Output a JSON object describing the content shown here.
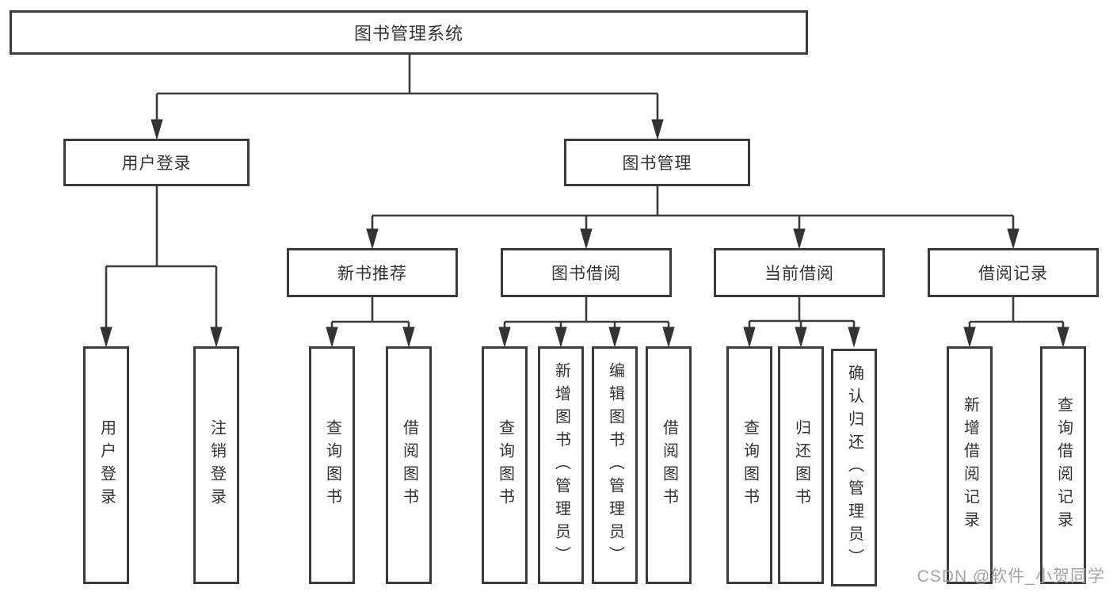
{
  "diagram": {
    "root": {
      "label": "图书管理系统"
    },
    "level2": [
      {
        "label": "用户登录"
      },
      {
        "label": "图书管理"
      }
    ],
    "level3": [
      {
        "label": "新书推荐"
      },
      {
        "label": "图书借阅"
      },
      {
        "label": "当前借阅"
      },
      {
        "label": "借阅记录"
      }
    ],
    "leaves": {
      "user": [
        "用户登录",
        "注销登录"
      ],
      "recommend": [
        "查询图书",
        "借阅图书"
      ],
      "borrow": [
        "查询图书",
        "新增图书（管理员）",
        "编辑图书（管理员）",
        "借阅图书"
      ],
      "current": [
        "查询图书",
        "归还图书",
        "确认归还（管理员）"
      ],
      "records": [
        "新增借阅记录",
        "查询借阅记录"
      ]
    },
    "line_color": "#3b3b3b",
    "box_background": "#ffffff",
    "text_color": "#333333"
  },
  "watermark": {
    "text": "CSDN @软件_小贺同学"
  }
}
